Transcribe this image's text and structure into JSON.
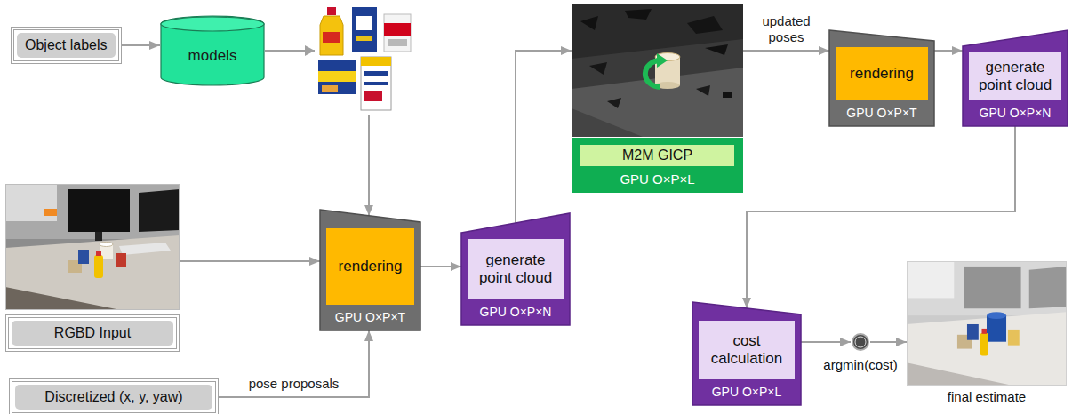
{
  "diagram": {
    "nodes": [
      {
        "text": [
          "Object labels"
        ]
      },
      {
        "text": [
          "models"
        ]
      },
      {
        "text": [
          "RGBD Input"
        ]
      },
      {
        "text": [
          "Discretized (x, y, yaw)"
        ]
      },
      {
        "text": [
          "rendering",
          "GPU O×P×T"
        ]
      },
      {
        "text": [
          "generate point cloud",
          "GPU O×P×N"
        ]
      },
      {
        "text": [
          "M2M GICP",
          "GPU O×P×L"
        ]
      },
      {
        "text": [
          "rendering",
          "GPU O×P×T"
        ]
      },
      {
        "text": [
          "generate point cloud",
          "GPU O×P×N"
        ]
      },
      {
        "text": [
          "cost calculation",
          "GPU O×P×L"
        ]
      },
      {
        "text": [
          "argmin(cost)"
        ]
      },
      {
        "text": [
          "final estimate"
        ]
      }
    ],
    "edges": [
      {
        "from": 0,
        "to": 1,
        "arrow": "to"
      },
      {
        "from": 1,
        "to": 4,
        "arrow": "to"
      },
      {
        "from": 2,
        "to": 4,
        "arrow": "to"
      },
      {
        "from": 3,
        "to": 4,
        "label": "pose proposals",
        "arrow": "to"
      },
      {
        "from": 4,
        "to": 5,
        "arrow": "to"
      },
      {
        "from": 5,
        "to": 6,
        "arrow": "to"
      },
      {
        "from": 6,
        "to": 7,
        "label": "updated poses",
        "arrow": "to"
      },
      {
        "from": 7,
        "to": 8,
        "arrow": "to"
      },
      {
        "from": 8,
        "to": 9,
        "arrow": "to"
      },
      {
        "from": 9,
        "to": 10,
        "arrow": "to"
      },
      {
        "from": 10,
        "to": 11,
        "arrow": "to"
      }
    ]
  }
}
